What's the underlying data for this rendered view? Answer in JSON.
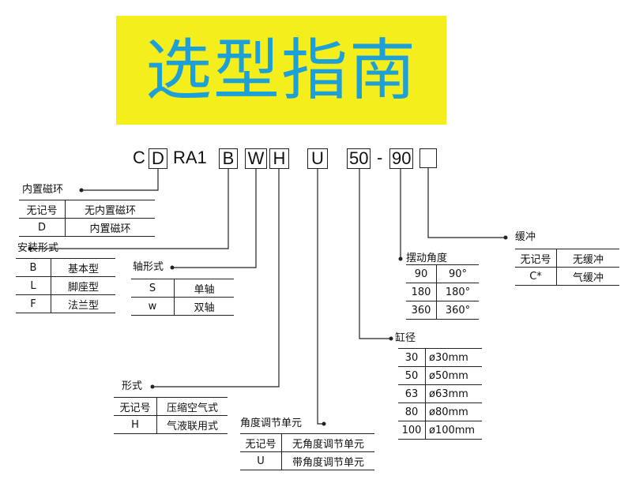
{
  "title": "选型指南",
  "model": {
    "p1": "C",
    "p2": "D",
    "p3": "RA1",
    "p4": "B",
    "p5": "W",
    "p6": "H",
    "p7": "U",
    "p8": "50",
    "sep": "-",
    "p9": "90"
  },
  "magnet": {
    "label": "内置磁环",
    "rows": [
      {
        "k": "无记号",
        "v": "无内置磁环"
      },
      {
        "k": "D",
        "v": "内置磁环"
      }
    ]
  },
  "mount": {
    "label": "安装形式",
    "rows": [
      {
        "k": "B",
        "v": "基本型"
      },
      {
        "k": "L",
        "v": "脚座型"
      },
      {
        "k": "F",
        "v": "法兰型"
      }
    ]
  },
  "shaft": {
    "label": "轴形式",
    "rows": [
      {
        "k": "S",
        "v": "单轴"
      },
      {
        "k": "w",
        "v": "双轴"
      }
    ]
  },
  "form": {
    "label": "形式",
    "rows": [
      {
        "k": "无记号",
        "v": "压缩空气式"
      },
      {
        "k": "H",
        "v": "气液联用式"
      }
    ]
  },
  "adjust": {
    "label": "角度调节单元",
    "rows": [
      {
        "k": "无记号",
        "v": "无角度调节单元"
      },
      {
        "k": "U",
        "v": "带角度调节单元"
      }
    ]
  },
  "bore": {
    "label": "缸径",
    "rows": [
      {
        "k": "30",
        "v": "ø30mm"
      },
      {
        "k": "50",
        "v": "ø50mm"
      },
      {
        "k": "63",
        "v": "ø63mm"
      },
      {
        "k": "80",
        "v": "ø80mm"
      },
      {
        "k": "100",
        "v": "ø100mm"
      }
    ]
  },
  "swing": {
    "label": "摆动角度",
    "rows": [
      {
        "k": "90",
        "v": "90°"
      },
      {
        "k": "180",
        "v": "180°"
      },
      {
        "k": "360",
        "v": "360°"
      }
    ]
  },
  "cushion": {
    "label": "缓冲",
    "rows": [
      {
        "k": "无记号",
        "v": "无缓冲"
      },
      {
        "k": "C*",
        "v": "气缓冲"
      }
    ]
  }
}
